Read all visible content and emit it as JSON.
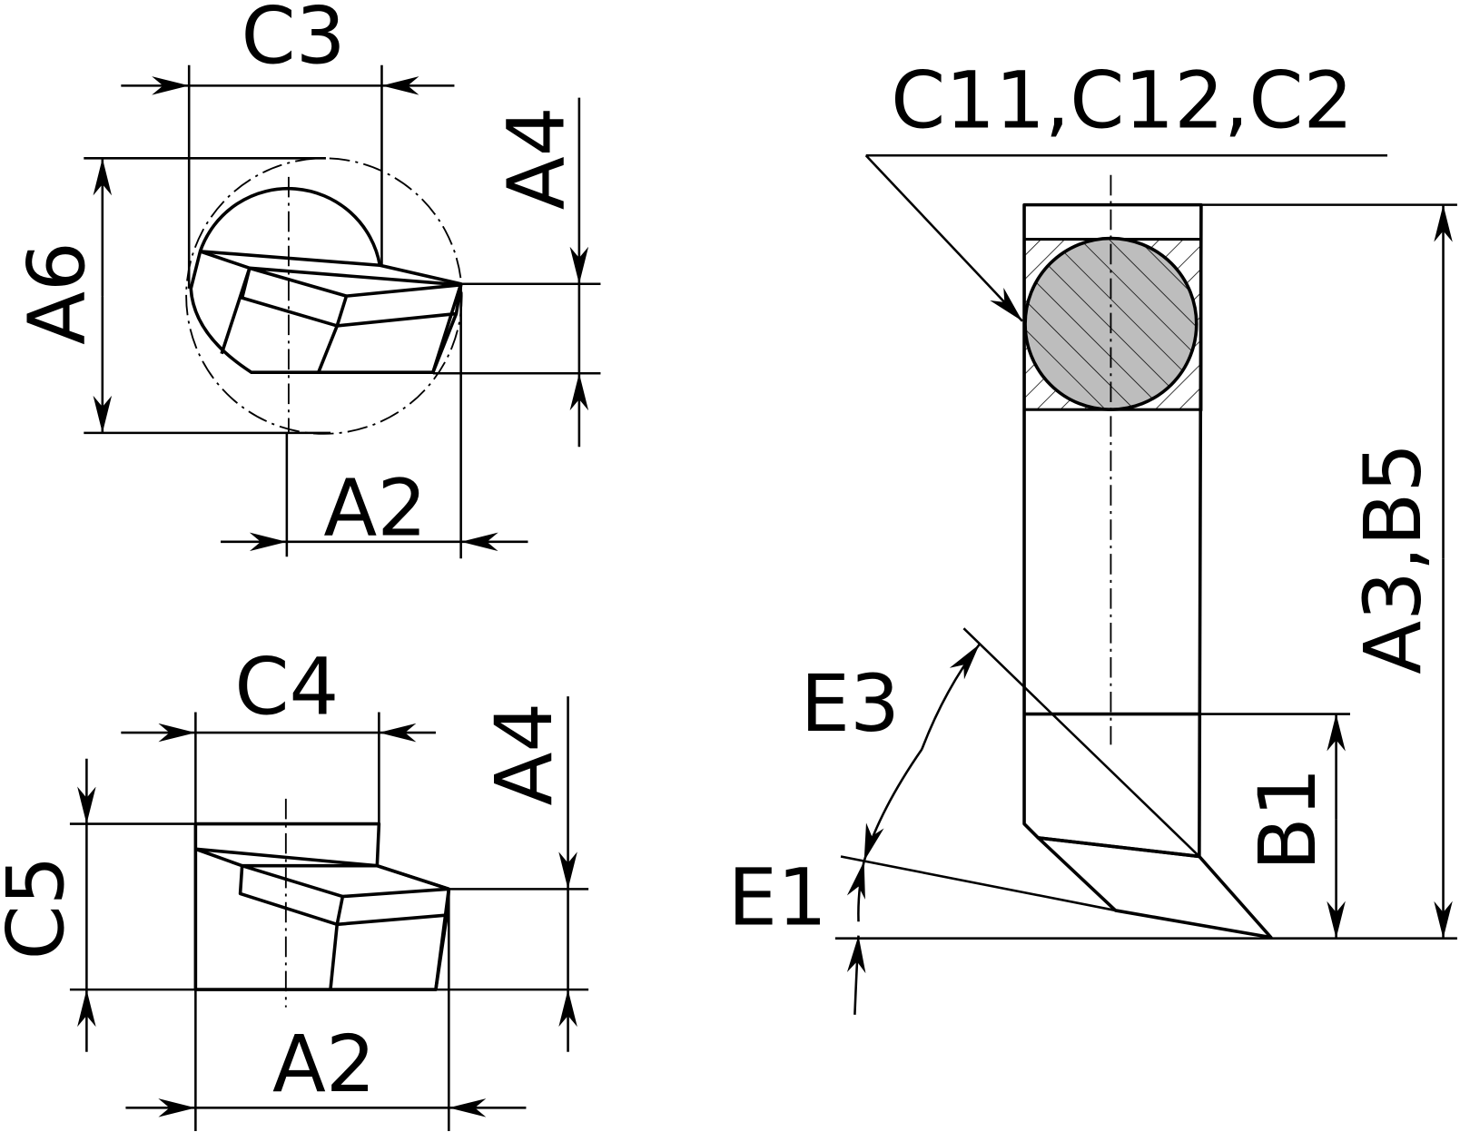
{
  "labels": {
    "top_view": {
      "c3": "C3",
      "a4": "A4",
      "a6": "A6",
      "a2": "A2"
    },
    "bottom_view": {
      "c4": "C4",
      "a4": "A4",
      "c5": "C5",
      "a2": "A2"
    },
    "side_view": {
      "c11_c12_c2": "C11,C12,C2",
      "a3_b5": "A3,B5",
      "b1": "B1",
      "e3": "E3",
      "e1": "E1"
    }
  },
  "colors": {
    "steel": "#bdbdbd",
    "insert_gold": "#c8a830",
    "insert_dark": "#7a7a00",
    "line": "#000000"
  }
}
